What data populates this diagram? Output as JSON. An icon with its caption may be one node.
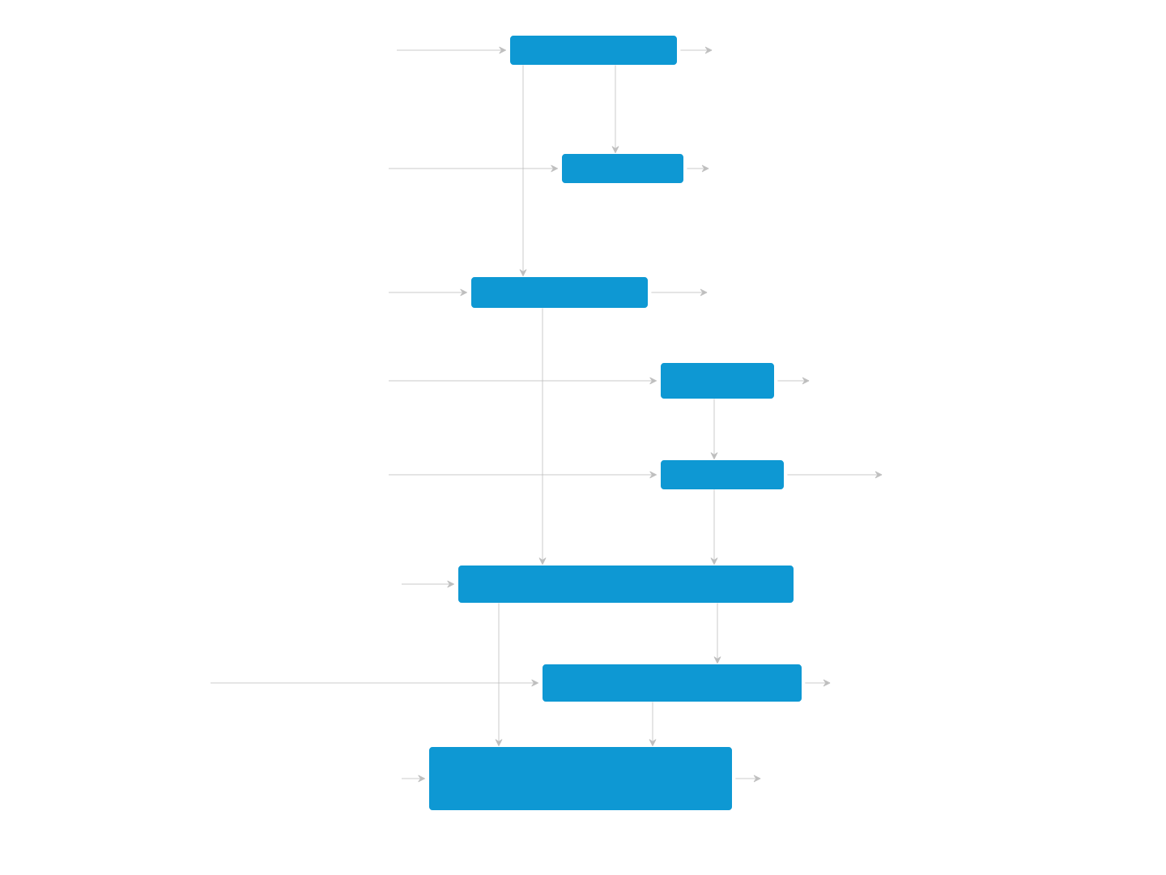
{
  "diagram": {
    "nodes": [
      {
        "text": [],
        "shape": "box"
      },
      {
        "text": [],
        "shape": "box"
      },
      {
        "text": [],
        "shape": "box"
      },
      {
        "text": [],
        "shape": "box"
      },
      {
        "text": [],
        "shape": "box"
      },
      {
        "text": [],
        "shape": "box"
      },
      {
        "text": [],
        "shape": "box"
      },
      {
        "text": [],
        "shape": "box"
      }
    ],
    "edges": [
      {
        "from": 0,
        "to": 1,
        "arrow": "to"
      },
      {
        "from": 0,
        "to": 2,
        "arrow": "to"
      },
      {
        "from": 2,
        "to": 5,
        "arrow": "to"
      },
      {
        "from": 3,
        "to": 4,
        "arrow": "to"
      },
      {
        "from": 4,
        "to": 5,
        "arrow": "to"
      },
      {
        "from": 5,
        "to": 6,
        "arrow": "to"
      },
      {
        "from": 5,
        "to": 7,
        "arrow": "to"
      },
      {
        "from": 6,
        "to": 7,
        "arrow": "to"
      },
      {
        "from": null,
        "to": 0,
        "arrow": "to"
      },
      {
        "from": null,
        "to": 1,
        "arrow": "to"
      },
      {
        "from": null,
        "to": 2,
        "arrow": "to"
      },
      {
        "from": null,
        "to": 3,
        "arrow": "to"
      },
      {
        "from": null,
        "to": 4,
        "arrow": "to"
      },
      {
        "from": null,
        "to": 5,
        "arrow": "to"
      },
      {
        "from": null,
        "to": 6,
        "arrow": "to"
      },
      {
        "from": null,
        "to": 7,
        "arrow": "to"
      },
      {
        "from": 0,
        "to": null,
        "arrow": "to"
      },
      {
        "from": 1,
        "to": null,
        "arrow": "to"
      },
      {
        "from": 2,
        "to": null,
        "arrow": "to"
      },
      {
        "from": 3,
        "to": null,
        "arrow": "to"
      },
      {
        "from": 4,
        "to": null,
        "arrow": "to"
      },
      {
        "from": 6,
        "to": null,
        "arrow": "to"
      },
      {
        "from": 7,
        "to": null,
        "arrow": "to"
      }
    ]
  }
}
